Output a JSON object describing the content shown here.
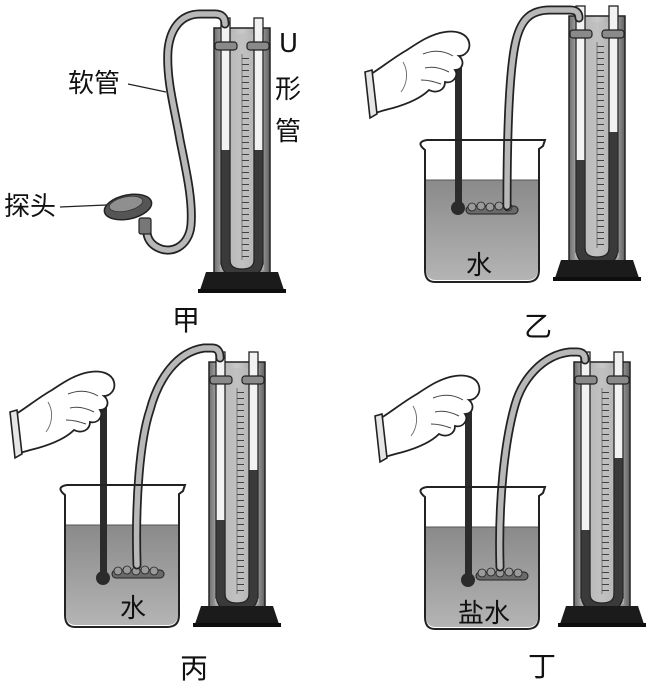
{
  "labels": {
    "hose": "软管",
    "u_letter": "U",
    "u_xing": "形",
    "u_guan": "管",
    "probe": "探头"
  },
  "captions": {
    "jia": "甲",
    "yi": "乙",
    "bing": "丙",
    "ding": "丁"
  },
  "liquids": {
    "yi": "水",
    "bing": "水",
    "ding": "盐水"
  }
}
